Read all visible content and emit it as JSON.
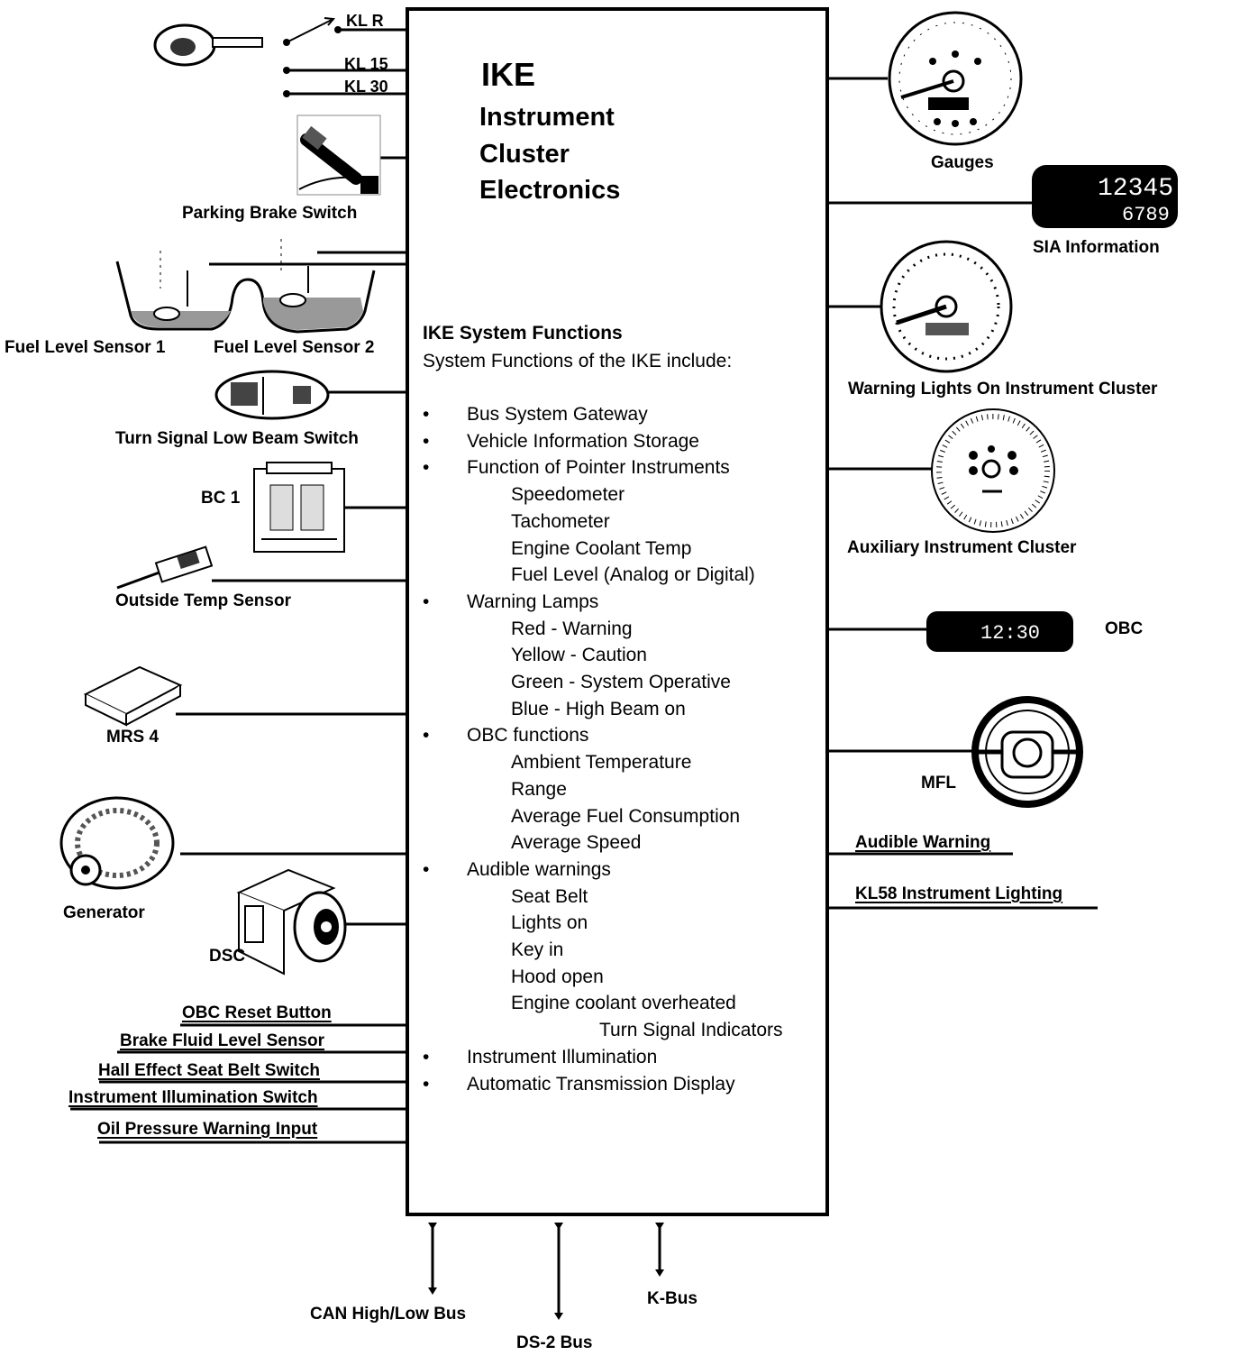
{
  "ike": {
    "title": "IKE",
    "subtitle_lines": [
      "Instrument",
      "Cluster",
      "Electronics"
    ]
  },
  "functions": {
    "heading": "IKE System Functions",
    "intro": "System Functions of the IKE include:",
    "items": [
      {
        "text": "Bus System Gateway",
        "level": 1
      },
      {
        "text": "Vehicle Information Storage",
        "level": 1
      },
      {
        "text": "Function of Pointer Instruments",
        "level": 1
      },
      {
        "text": "Speedometer",
        "level": 2
      },
      {
        "text": "Tachometer",
        "level": 2
      },
      {
        "text": "Engine Coolant Temp",
        "level": 2
      },
      {
        "text": "Fuel Level (Analog or Digital)",
        "level": 2
      },
      {
        "text": "Warning Lamps",
        "level": 1
      },
      {
        "text": "Red - Warning",
        "level": 2
      },
      {
        "text": "Yellow - Caution",
        "level": 2
      },
      {
        "text": "Green - System Operative",
        "level": 2
      },
      {
        "text": "Blue - High Beam on",
        "level": 2
      },
      {
        "text": "OBC functions",
        "level": 1
      },
      {
        "text": "Ambient Temperature",
        "level": 2
      },
      {
        "text": "Range",
        "level": 2
      },
      {
        "text": "Average Fuel Consumption",
        "level": 2
      },
      {
        "text": "Average Speed",
        "level": 2
      },
      {
        "text": "Audible warnings",
        "level": 1
      },
      {
        "text": "Seat Belt",
        "level": 2
      },
      {
        "text": "Lights on",
        "level": 2
      },
      {
        "text": "Key in",
        "level": 2
      },
      {
        "text": "Hood open",
        "level": 2
      },
      {
        "text": "Engine coolant overheated",
        "level": 2
      },
      {
        "text": "Turn Signal Indicators",
        "level": 3
      },
      {
        "text": "Instrument Illumination",
        "level": 1
      },
      {
        "text": "Automatic Transmission Display",
        "level": 1
      }
    ]
  },
  "inputs_left": {
    "kl_r": "KL R",
    "kl_15": "KL 15",
    "kl_30": "KL 30",
    "parking_brake": "Parking Brake Switch",
    "fuel_sensor_1": "Fuel Level Sensor 1",
    "fuel_sensor_2": "Fuel Level Sensor 2",
    "turn_signal_switch": "Turn Signal Low Beam Switch",
    "bc1": "BC 1",
    "outside_temp": "Outside Temp Sensor",
    "mrs4": "MRS 4",
    "generator": "Generator",
    "dsc": "DSC",
    "obc_reset": "OBC Reset Button",
    "brake_fluid": "Brake Fluid Level Sensor",
    "seat_belt_switch": "Hall Effect Seat Belt Switch",
    "illum_switch": "Instrument Illumination Switch",
    "oil_pressure": "Oil Pressure Warning Input"
  },
  "outputs_right": {
    "gauges": "Gauges",
    "sia": "SIA Information",
    "warning_lights": "Warning Lights On Instrument Cluster",
    "aux_cluster": "Auxiliary Instrument Cluster",
    "obc": "OBC",
    "mfl": "MFL",
    "audible_warning": "Audible Warning",
    "kl58": "KL58 Instrument Lighting"
  },
  "buses": {
    "can": "CAN High/Low Bus",
    "ds2": "DS-2 Bus",
    "kbus": "K-Bus"
  },
  "displays": {
    "sia_odometer": "12345",
    "sia_trip": "6789",
    "obc_display": "12:30"
  }
}
